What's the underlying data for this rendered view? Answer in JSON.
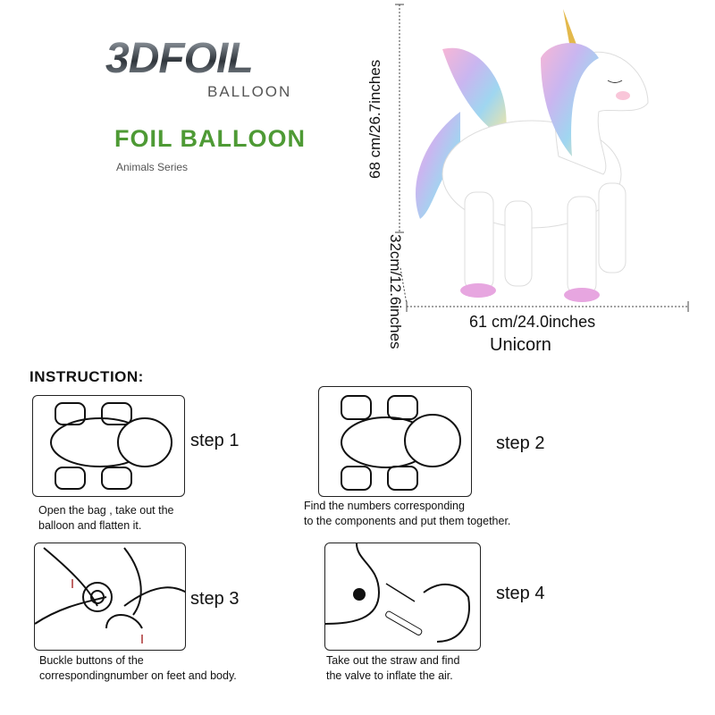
{
  "brand": {
    "logo_main": "3DFOIL",
    "logo_sub": "BALLOON",
    "title": "FOIL BALLOON",
    "series": "Animals Series",
    "accent": "#4e9a35"
  },
  "dimensions": {
    "height": "68 cm/26.7inches",
    "depth": "32cm/12.6inches",
    "width": "61 cm/24.0inches",
    "name": "Unicorn"
  },
  "instruction": {
    "heading": "INSTRUCTION:",
    "steps": [
      {
        "label": "step 1",
        "line1": "Open the bag , take out the",
        "line2": "balloon and flatten it."
      },
      {
        "label": "step 2",
        "line1": "Find the numbers corresponding",
        "line2": "to the components and put them together."
      },
      {
        "label": "step 3",
        "line1": "Buckle buttons of the",
        "line2": "correspondingnumber on feet and body."
      },
      {
        "label": "step 4",
        "line1": "Take out the straw and find",
        "line2": "the valve to inflate the air."
      }
    ]
  }
}
